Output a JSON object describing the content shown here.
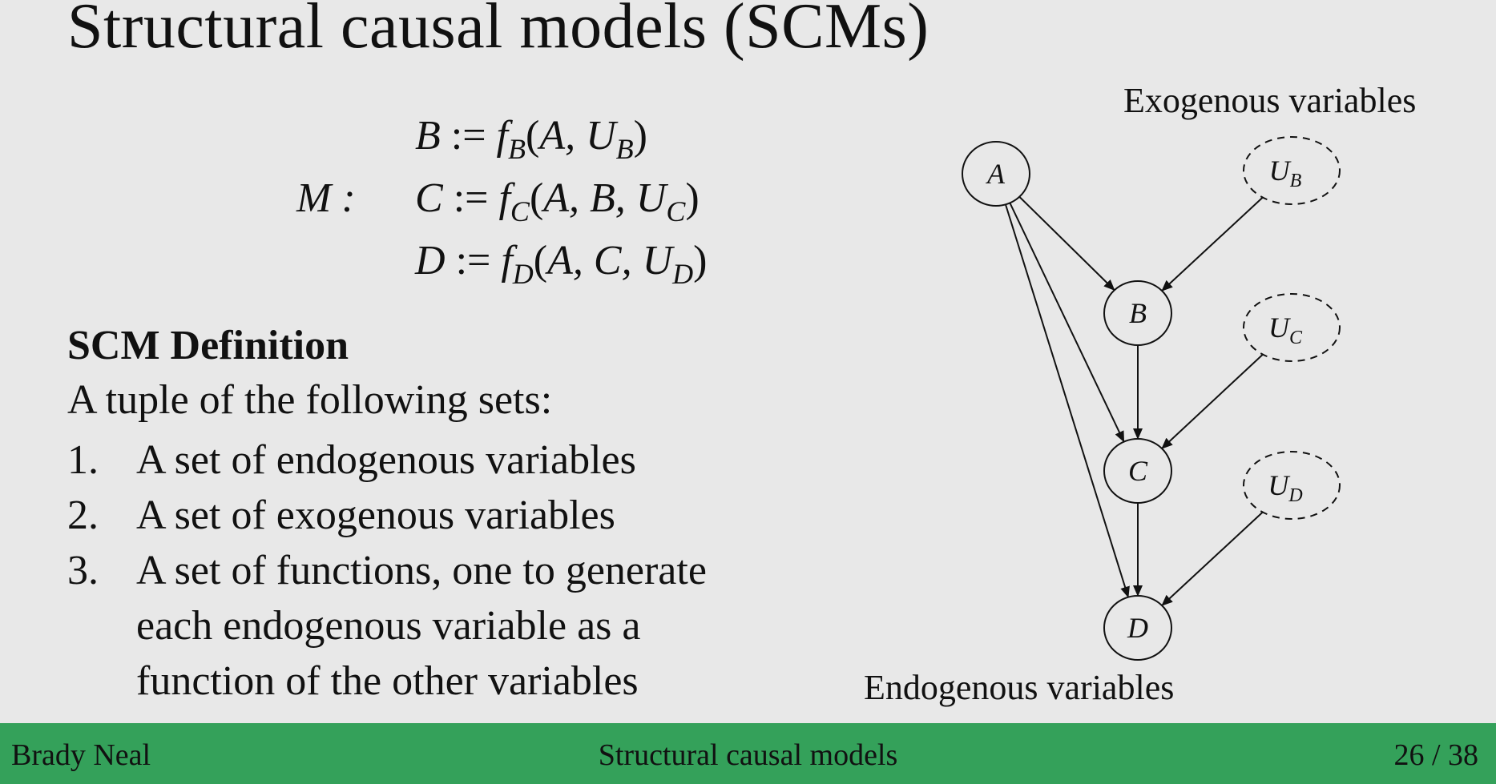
{
  "slide": {
    "title": "Structural causal models (SCMs)"
  },
  "equations": {
    "model_label": "M :",
    "lines": [
      {
        "lhs": "B",
        "assign": " := ",
        "f": "f",
        "f_sub": "B",
        "args_open": "(",
        "args": "A, U",
        "args_sub": "B",
        "args_close": ")"
      },
      {
        "lhs": "C",
        "assign": " := ",
        "f": "f",
        "f_sub": "C",
        "args_open": "(",
        "args": "A, B, U",
        "args_sub": "C",
        "args_close": ")"
      },
      {
        "lhs": "D",
        "assign": " := ",
        "f": "f",
        "f_sub": "D",
        "args_open": "(",
        "args": "A, C, U",
        "args_sub": "D",
        "args_close": ")"
      }
    ]
  },
  "definition": {
    "heading": "SCM Definition",
    "intro": "A tuple of the following sets:",
    "items": [
      {
        "num": "1.",
        "lines": [
          "A set of endogenous variables"
        ]
      },
      {
        "num": "2.",
        "lines": [
          "A set of exogenous variables"
        ]
      },
      {
        "num": "3.",
        "lines": [
          "A set of functions, one to generate",
          "each endogenous variable as a",
          "function of the other variables"
        ]
      }
    ]
  },
  "diagram": {
    "exogenous_label": "Exogenous variables",
    "endogenous_label": "Endogenous variables",
    "nodes": [
      {
        "id": "A",
        "label": "A",
        "sub": "",
        "style": "solid"
      },
      {
        "id": "B",
        "label": "B",
        "sub": "",
        "style": "solid"
      },
      {
        "id": "C",
        "label": "C",
        "sub": "",
        "style": "solid"
      },
      {
        "id": "D",
        "label": "D",
        "sub": "",
        "style": "solid"
      },
      {
        "id": "UB",
        "label": "U",
        "sub": "B",
        "style": "dashed"
      },
      {
        "id": "UC",
        "label": "U",
        "sub": "C",
        "style": "dashed"
      },
      {
        "id": "UD",
        "label": "U",
        "sub": "D",
        "style": "dashed"
      }
    ],
    "edges": [
      {
        "from": "A",
        "to": "B"
      },
      {
        "from": "A",
        "to": "C"
      },
      {
        "from": "A",
        "to": "D"
      },
      {
        "from": "B",
        "to": "C"
      },
      {
        "from": "C",
        "to": "D"
      },
      {
        "from": "UB",
        "to": "B"
      },
      {
        "from": "UC",
        "to": "C"
      },
      {
        "from": "UD",
        "to": "D"
      }
    ]
  },
  "footer": {
    "author": "Brady Neal",
    "section": "Structural causal models",
    "page_current": "26",
    "page_sep": " / ",
    "page_total": "38"
  }
}
